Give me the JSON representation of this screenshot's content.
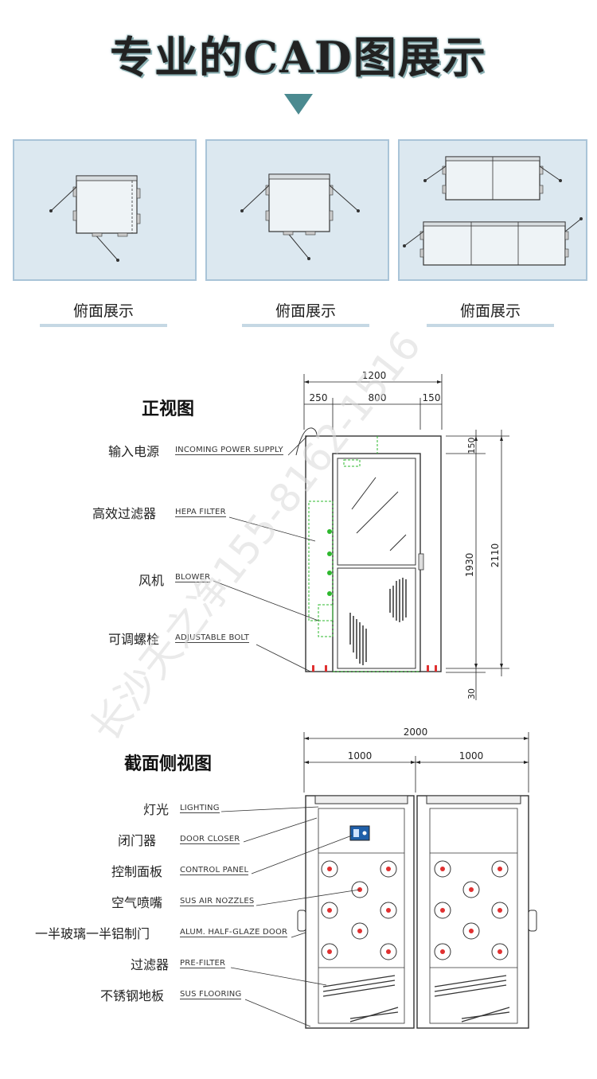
{
  "header": {
    "title": "专业的CAD图展示",
    "accent_color": "#4b8a90",
    "panel_bg": "#dce8f0",
    "arrow_icon": "triangle-down-icon"
  },
  "top_views": {
    "captions": [
      "俯面展示",
      "俯面展示",
      "俯面展示"
    ]
  },
  "front_view": {
    "title": "正视图",
    "dims": {
      "overall_width": "1200",
      "left_width": "250",
      "door_width": "800",
      "right_width": "150",
      "top_height": "150",
      "door_height": "1930",
      "total_height": "2110",
      "base_height": "30"
    },
    "labels": [
      {
        "cn": "输入电源",
        "en": "INCOMING POWER SUPPLY"
      },
      {
        "cn": "高效过滤器",
        "en": "HEPA FILTER"
      },
      {
        "cn": "风机",
        "en": "BLOWER"
      },
      {
        "cn": "可调螺栓",
        "en": "ADJUSTABLE BOLT"
      }
    ]
  },
  "side_view": {
    "title": "截面侧视图",
    "dims": {
      "overall_width": "2000",
      "left_width": "1000",
      "right_width": "1000"
    },
    "labels": [
      {
        "cn": "灯光",
        "en": "LIGHTING"
      },
      {
        "cn": "闭门器",
        "en": "DOOR CLOSER"
      },
      {
        "cn": "控制面板",
        "en": "CONTROL PANEL"
      },
      {
        "cn": "空气喷嘴",
        "en": "SUS AIR NOZZLES"
      },
      {
        "cn": "一半玻璃一半铝制门",
        "en": "ALUM. HALF-GLAZE DOOR"
      },
      {
        "cn": "过滤器",
        "en": "PRE-FILTER"
      },
      {
        "cn": "不锈钢地板",
        "en": "SUS FLOORING"
      }
    ]
  },
  "watermark": "长沙天之净155-8162-1516"
}
